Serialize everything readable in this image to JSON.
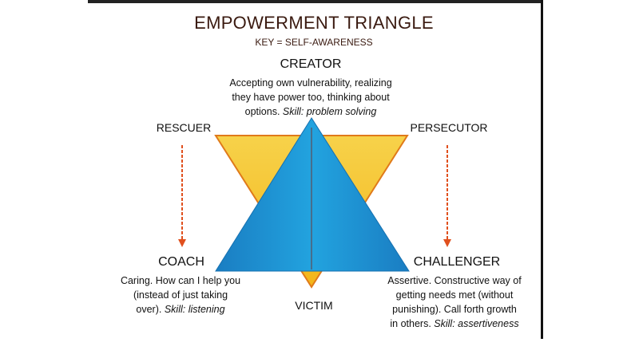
{
  "title": "EMPOWERMENT TRIANGLE",
  "subtitle": "KEY = SELF-AWARENESS",
  "colors": {
    "yellow_triangle": "#f5c02a",
    "blue_triangle": "#1a8fd0",
    "arrow": "#e0501e",
    "title": "#3a1a10"
  },
  "roles": {
    "creator": {
      "label": "CREATOR",
      "lines": [
        "Accepting own vulnerability, realizing",
        "they have power too, thinking about",
        "options. "
      ],
      "skill": "Skill: problem solving"
    },
    "rescuer": {
      "label": "RESCUER"
    },
    "persecutor": {
      "label": "PERSECUTOR"
    },
    "victim": {
      "label": "VICTIM"
    },
    "coach": {
      "label": "COACH",
      "lines": [
        "Caring. How can I help you",
        "(instead of just taking",
        "over). "
      ],
      "skill": "Skill: listening"
    },
    "challenger": {
      "label": "CHALLENGER",
      "lines": [
        "Assertive. Constructive way of",
        "getting needs met (without",
        "punishing). Call forth growth",
        "in others. "
      ],
      "skill": "Skill: assertiveness"
    }
  }
}
